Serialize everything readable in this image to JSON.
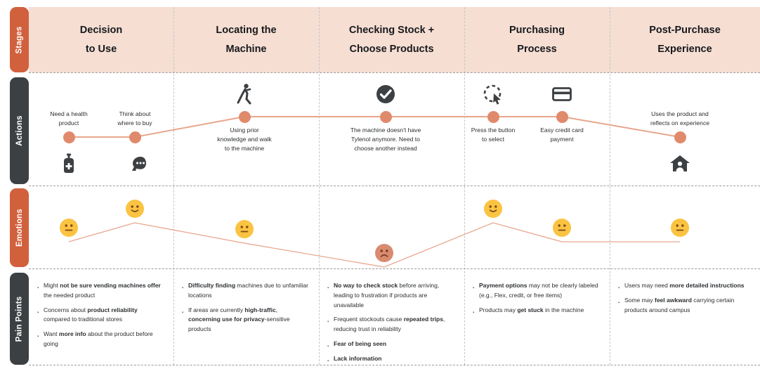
{
  "rows": [
    {
      "id": "stages",
      "label": "Stages",
      "color": "#d1603d"
    },
    {
      "id": "actions",
      "label": "Actions",
      "color": "#3d4043"
    },
    {
      "id": "emotions",
      "label": "Emotions",
      "color": "#d1603d"
    },
    {
      "id": "pains",
      "label": "Pain Points",
      "color": "#3d4043"
    }
  ],
  "colors": {
    "stage_band": "#f6ded3",
    "accent_orange": "#d1603d",
    "journey_line": "#e8a68d",
    "node_dot": "#e08a6c",
    "face_yellow": "#f9c council",
    "face_happy": "#fbc342",
    "face_neutral": "#fbc342",
    "face_sad": "#d98b6f",
    "icon_dark": "#3d4043",
    "divider": "#c6c6c6"
  },
  "stages": [
    {
      "line1": "Decision",
      "line2": "to Use"
    },
    {
      "line1": "Locating the",
      "line2": "Machine"
    },
    {
      "line1": "Checking Stock +",
      "line2": "Choose Products"
    },
    {
      "line1": "Purchasing",
      "line2": "Process"
    },
    {
      "line1": "Post-Purchase",
      "line2": "Experience"
    }
  ],
  "actions": [
    {
      "text": "Need a health\nproduct",
      "icon": "medicine-bottle-icon",
      "label_pos": "above"
    },
    {
      "text": "Think about\nwhere to buy",
      "icon": "thinking-head-icon",
      "label_pos": "above"
    },
    {
      "text": "Using prior\nknowledge and walk\nto the machine",
      "icon": "walking-person-icon",
      "label_pos": "below"
    },
    {
      "text": "The machine doesn't have\nTylenol anymore. Need to\nchoose another instead",
      "icon": "check-circle-icon",
      "label_pos": "below"
    },
    {
      "text": "Press the button\nto select",
      "icon": "click-cursor-icon",
      "label_pos": "below"
    },
    {
      "text": "Easy credit card\npayment",
      "icon": "credit-card-icon",
      "label_pos": "below"
    },
    {
      "text": "Uses the product and\nreflects on experience",
      "icon": "home-person-icon",
      "label_pos": "above"
    }
  ],
  "emotions": [
    {
      "mood": "neutral"
    },
    {
      "mood": "happy"
    },
    {
      "mood": "neutral"
    },
    {
      "mood": "sad"
    },
    {
      "mood": "happy"
    },
    {
      "mood": "neutral"
    },
    {
      "mood": "neutral"
    }
  ],
  "pains": [
    [
      [
        {
          "t": "Might ",
          "b": false
        },
        {
          "t": "not be sure vending machines offer",
          "b": true
        },
        {
          "t": " the needed product",
          "b": false
        }
      ],
      [
        {
          "t": "Concerns about ",
          "b": false
        },
        {
          "t": "product reliability",
          "b": true
        },
        {
          "t": " compared to traditional stores",
          "b": false
        }
      ],
      [
        {
          "t": "Want ",
          "b": false
        },
        {
          "t": "more info",
          "b": true
        },
        {
          "t": " about the product before going",
          "b": false
        }
      ]
    ],
    [
      [
        {
          "t": "Difficulty finding",
          "b": true
        },
        {
          "t": " machines due to unfamiliar locations",
          "b": false
        }
      ],
      [
        {
          "t": "If areas are currently ",
          "b": false
        },
        {
          "t": "high-traffic",
          "b": true
        },
        {
          "t": ", ",
          "b": false
        },
        {
          "t": "concerning use for privacy",
          "b": true
        },
        {
          "t": "-sensitive products",
          "b": false
        }
      ]
    ],
    [
      [
        {
          "t": "No way to check stock",
          "b": true
        },
        {
          "t": " before arriving, leading to frustration if products are unavailable",
          "b": false
        }
      ],
      [
        {
          "t": "Frequent stockouts cause ",
          "b": false
        },
        {
          "t": "repeated trips",
          "b": true
        },
        {
          "t": ", reducing trust in reliability",
          "b": false
        }
      ],
      [
        {
          "t": "Fear of being seen",
          "b": true
        }
      ],
      [
        {
          "t": "Lack information",
          "b": true
        }
      ]
    ],
    [
      [
        {
          "t": "Payment options",
          "b": true
        },
        {
          "t": " may not be clearly labeled (e.g., Flex, credit, or free items)",
          "b": false
        }
      ],
      [
        {
          "t": "Products may ",
          "b": false
        },
        {
          "t": "get stuck",
          "b": true
        },
        {
          "t": " in the machine",
          "b": false
        }
      ]
    ],
    [
      [
        {
          "t": "Users may need ",
          "b": false
        },
        {
          "t": "more detailed instructions",
          "b": true
        }
      ],
      [
        {
          "t": "Some may ",
          "b": false
        },
        {
          "t": "feel awkward",
          "b": true
        },
        {
          "t": " carrying certain products around campus",
          "b": false
        }
      ]
    ]
  ]
}
